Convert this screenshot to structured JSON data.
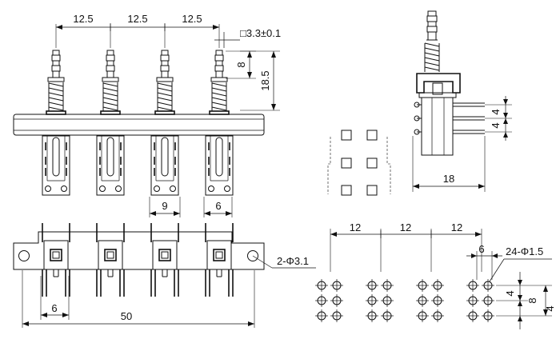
{
  "dimensions": {
    "front_pitch_1": "12.5",
    "front_pitch_2": "12.5",
    "front_pitch_3": "12.5",
    "shaft_square": "□3.3±0.1",
    "stroke": "8",
    "shaft_height": "18.5",
    "housing_gap": "9",
    "housing_width": "6",
    "mount_holes": "2-Φ3.1",
    "pin_spacing": "6",
    "overall_length": "50",
    "side_pin_pitch_1": "4",
    "side_pin_pitch_2": "4",
    "side_depth": "18",
    "pcb_pitch_1": "12",
    "pcb_pitch_2": "12",
    "pcb_pitch_3": "12",
    "pcb_col_gap": "6",
    "pcb_holes": "24-Φ1.5",
    "pcb_row_pitch_1": "4",
    "pcb_row_pitch_2": "4",
    "pcb_rows_total": "8"
  },
  "layout": {
    "switch_count": 4,
    "pcb_groups": 4,
    "holes_per_group": 6
  }
}
